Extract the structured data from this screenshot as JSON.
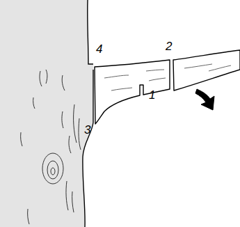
{
  "diagram": {
    "labels": [
      "4",
      "2",
      "1",
      "3"
    ]
  }
}
